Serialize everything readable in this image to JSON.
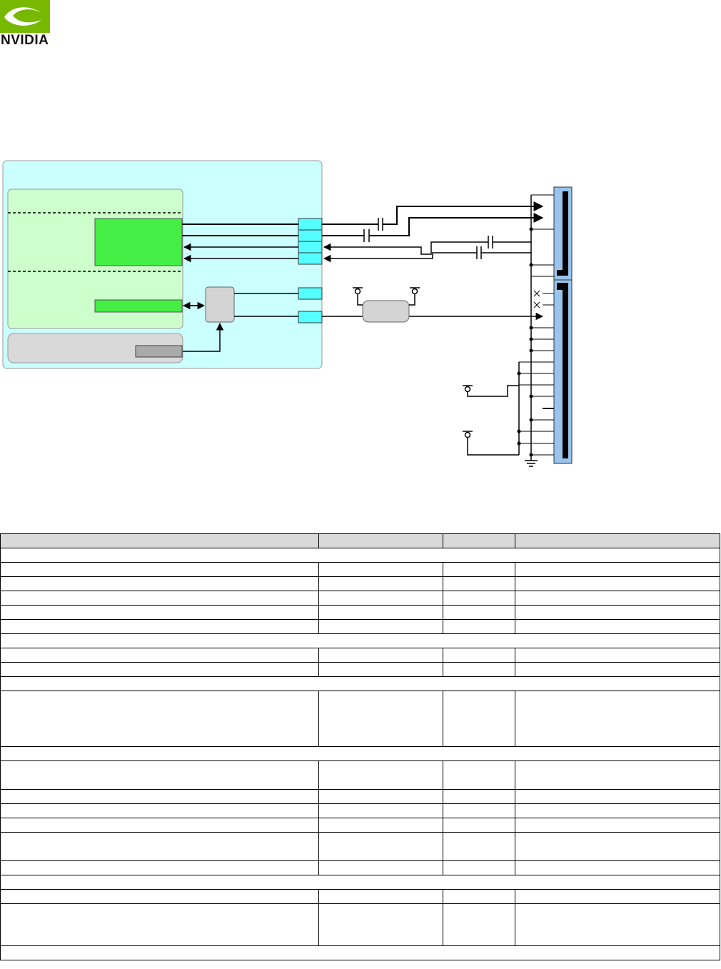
{
  "header": {
    "brand": "NVIDIA",
    "logo_icon": "nvidia-eye-logo",
    "brand_color": "#76b900"
  },
  "diagram": {
    "colors": {
      "module_bg": "#ccffff",
      "soc_bg": "#ccffcc",
      "block_green": "#44ee44",
      "pin_cyan": "#55ffff",
      "connector_blue": "#99c4ee",
      "grey_block": "#d4d4d4",
      "dark_grey_block": "#aaaaaa"
    }
  },
  "table": {
    "columns": [
      "",
      "",
      "",
      ""
    ],
    "rows": [
      {
        "type": "section"
      },
      {
        "type": "data"
      },
      {
        "type": "data"
      },
      {
        "type": "data"
      },
      {
        "type": "data"
      },
      {
        "type": "data"
      },
      {
        "type": "section"
      },
      {
        "type": "data"
      },
      {
        "type": "data"
      },
      {
        "type": "section"
      },
      {
        "type": "data",
        "size": "h77"
      },
      {
        "type": "section"
      },
      {
        "type": "data",
        "size": "h40"
      },
      {
        "type": "data"
      },
      {
        "type": "data"
      },
      {
        "type": "data"
      },
      {
        "type": "data",
        "size": "h40"
      },
      {
        "type": "data"
      },
      {
        "type": "section"
      },
      {
        "type": "data"
      },
      {
        "type": "data",
        "size": "h58"
      },
      {
        "type": "section"
      }
    ]
  }
}
